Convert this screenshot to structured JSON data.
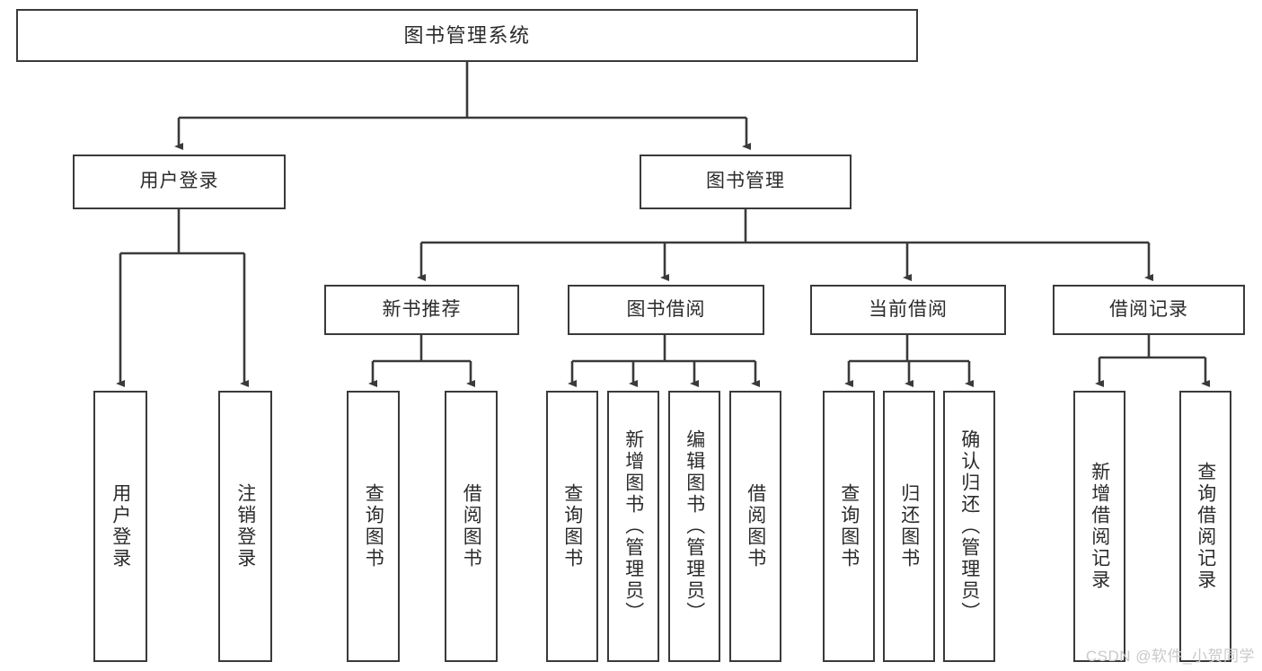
{
  "diagram": {
    "title": "图书管理系统",
    "watermark": "CSDN @软件_小贺同学",
    "line_color": "#3a3a3a",
    "box_fill": "#ffffff",
    "text_color": "#2b2b2b",
    "watermark_color": "#c9c9c9"
  },
  "nodes": {
    "root": {
      "label": "图书管理系统"
    },
    "level2": [
      {
        "label": "用户登录"
      },
      {
        "label": "图书管理"
      }
    ],
    "level3": [
      {
        "label": "新书推荐"
      },
      {
        "label": "图书借阅"
      },
      {
        "label": "当前借阅"
      },
      {
        "label": "借阅记录"
      }
    ],
    "leaves": {
      "user_login": [
        {
          "label": "用户登录"
        },
        {
          "label": "注销登录"
        }
      ],
      "new_book": [
        {
          "label": "查询图书"
        },
        {
          "label": "借阅图书"
        }
      ],
      "book_borrow": [
        {
          "label": "查询图书"
        },
        {
          "label": "新增图书（管理员）"
        },
        {
          "label": "编辑图书（管理员）"
        },
        {
          "label": "借阅图书"
        }
      ],
      "current_borrow": [
        {
          "label": "查询图书"
        },
        {
          "label": "归还图书"
        },
        {
          "label": "确认归还（管理员）"
        }
      ],
      "borrow_record": [
        {
          "label": "新增借阅记录"
        },
        {
          "label": "查询借阅记录"
        }
      ]
    }
  }
}
